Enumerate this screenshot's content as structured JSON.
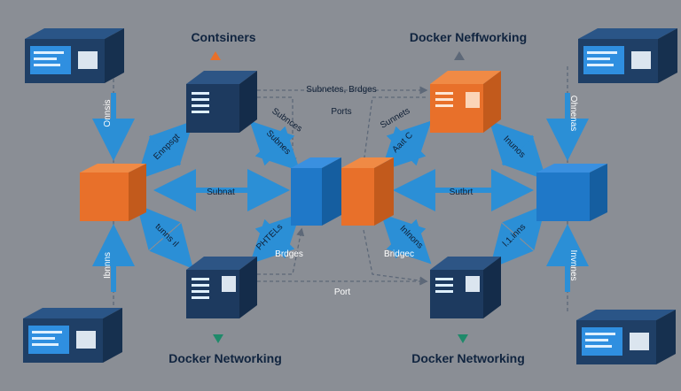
{
  "titles": {
    "containers": "Contsiners",
    "docker_networking_top": "Docker Nеffworking",
    "docker_networking_bl": "Docker Networking",
    "docker_networking_br": "Docker Networking"
  },
  "labels": {
    "subnets_bridges": "Subnetes, Brdges",
    "ports": "Ports",
    "subnet_left": "Subnat",
    "subnet_right": "Sutbrt",
    "bridges_mid": "Brdges",
    "bridges_right": "Bridgec",
    "port_bottom": "Port",
    "subnces": "Subnces",
    "sunnets": "Sunnets",
    "vertical_left": "Onnsis",
    "vertical_right": "Ohnenas",
    "diag_ul": "Ennpsgt",
    "diag_ur": "Aaıt C",
    "diag_ll": "tunns ıl",
    "diag_lr": "l.1.inns",
    "diag_mid_ul": "Subnes",
    "diag_mid_ur": "Inunos",
    "diag_mid_ll": "PHTELs",
    "diag_mid_lr": "Inlnons",
    "vert_bl": "Ibnnns",
    "vert_br": "Invnnes"
  },
  "colors": {
    "background": "#8a8e95",
    "navy": "#1d3a5f",
    "blue": "#1f78c8",
    "orange": "#e8702a",
    "arrow": "#2b8fd6",
    "line": "#5d6878"
  }
}
